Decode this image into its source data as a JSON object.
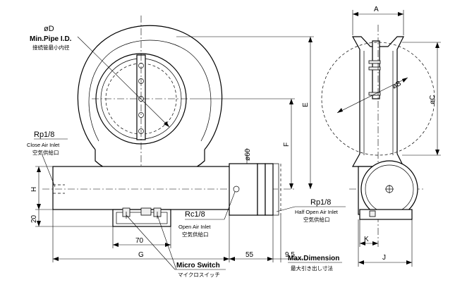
{
  "labels": {
    "dia_d": "øD",
    "min_pipe_en": "Min.Pipe I.D.",
    "min_pipe_jp": "接続管最小内径",
    "rp_close": "Rp1/8",
    "close_air_en": "Close Air Inlet",
    "close_air_jp": "空気供給口",
    "rc_open": "Rc1/8",
    "open_air_en": "Open Air Inlet",
    "open_air_jp": "空気供給口",
    "rp_half": "Rp1/8",
    "half_air_en": "Half Open Air Inlet",
    "half_air_jp": "空気供給口",
    "micro_en": "Micro Switch",
    "micro_jp": "マイクロスイッチ",
    "max_dim_en": "Max.Dimension",
    "max_dim_jp": "最大引き出し寸法",
    "dim_phi60": "ø60",
    "dim_e": "E",
    "dim_f": "F",
    "dim_h": "H",
    "dim_20": "20",
    "dim_70": "70",
    "dim_g": "G",
    "dim_55": "55",
    "dim_95": "9.5",
    "dim_a": "A",
    "dim_b": "øB",
    "dim_c": "øC",
    "dim_k": "K",
    "dim_j": "J"
  }
}
